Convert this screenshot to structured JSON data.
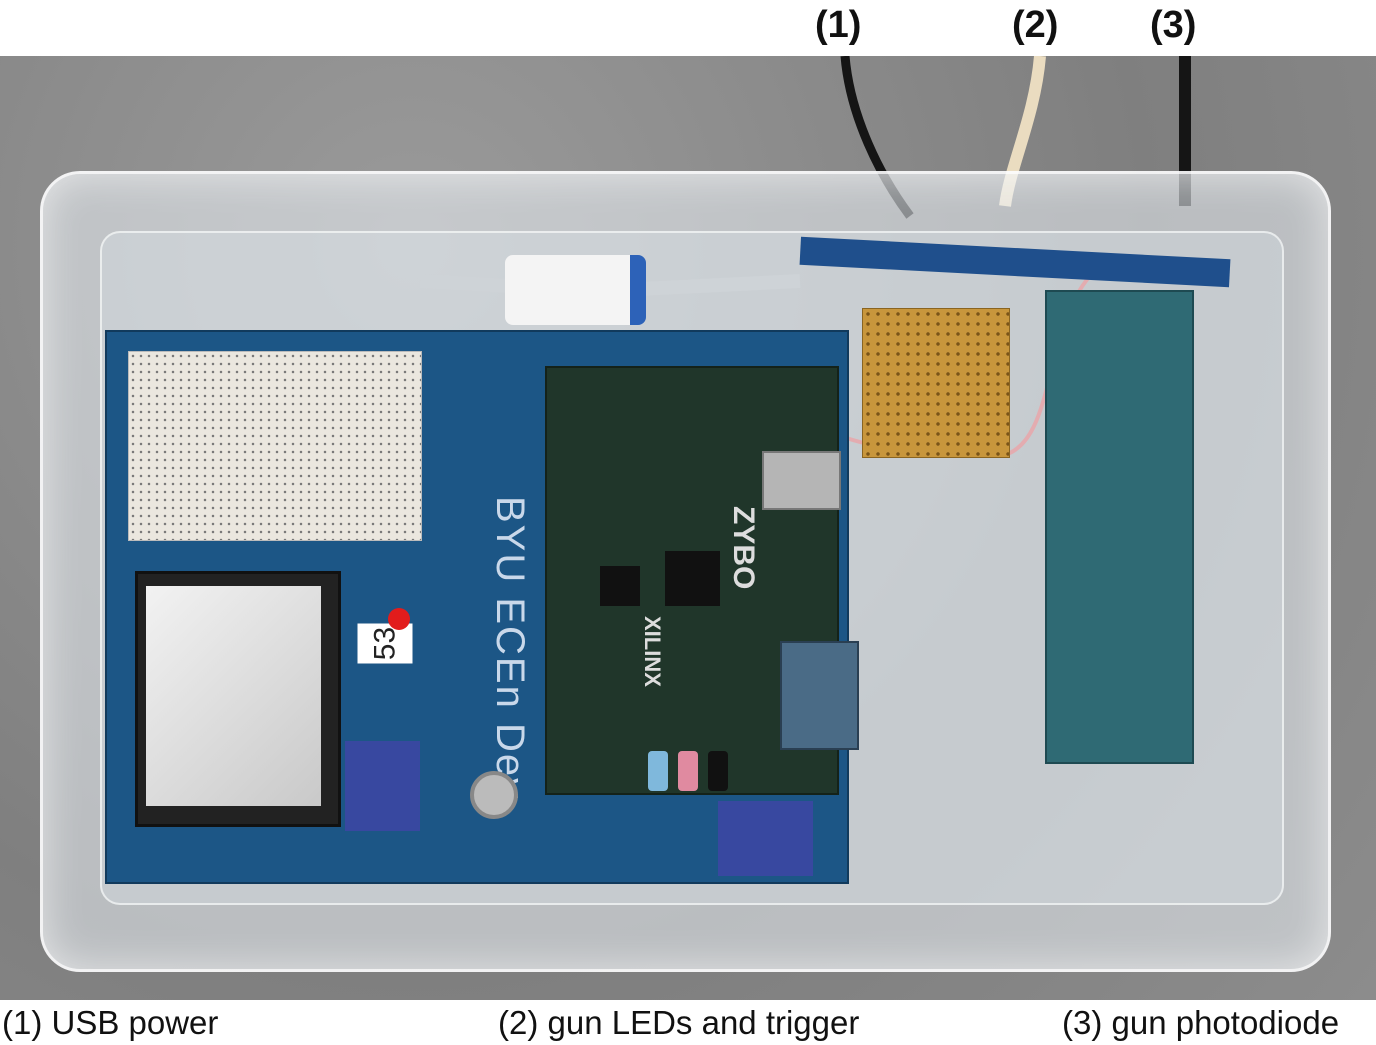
{
  "top_labels": [
    "(1)",
    "(2)",
    "(3)"
  ],
  "captions": [
    "(1) USB power",
    "(2) gun LEDs and trigger",
    "(3) gun photodiode"
  ],
  "photo_text": {
    "board_title": "BYU ECEn Dev",
    "sticker_number": "53",
    "zybo": "ZYBO",
    "xilinx": "XILINX"
  },
  "colors": {
    "pcb": "#1c5686",
    "zybo": "#20362a",
    "perfboard": "#c8963c",
    "led_board": "#2f6a74"
  }
}
